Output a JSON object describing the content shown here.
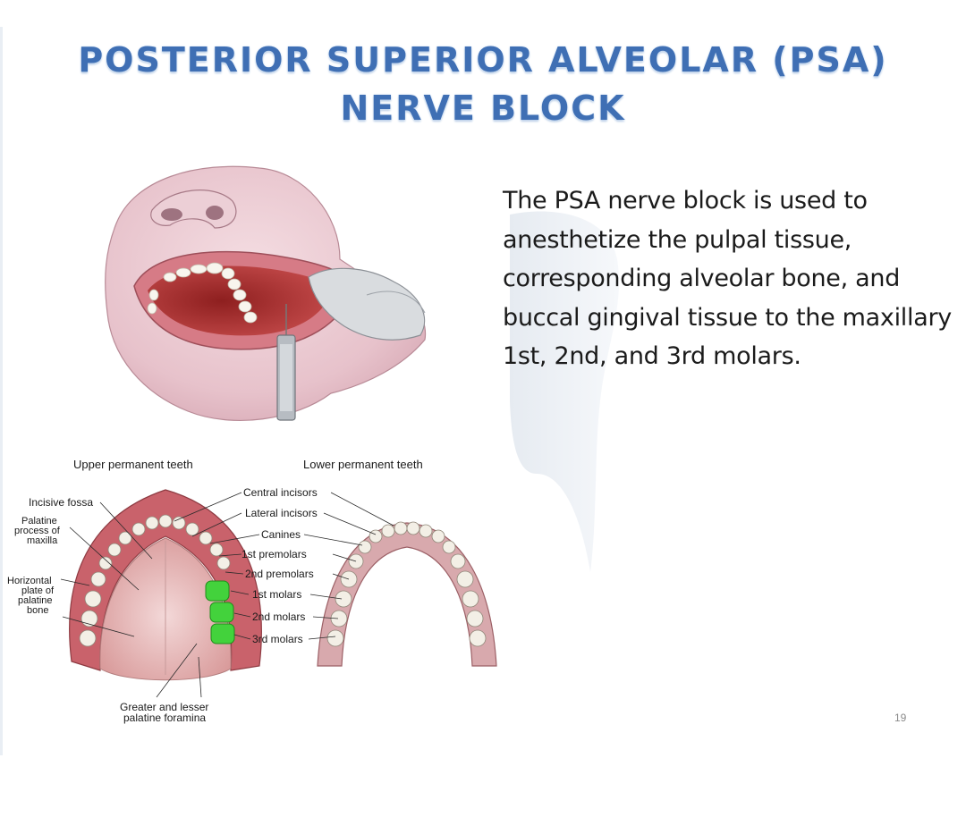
{
  "slide": {
    "title_line1": "POSTERIOR SUPERIOR ALVEOLAR (PSA)",
    "title_line2": "NERVE BLOCK",
    "description": "The PSA nerve block is used to anesthetize the pulpal tissue, corresponding alveolar bone, and buccal gingival tissue to the maxillary 1st, 2nd, and 3rd molars.",
    "page_number": "19",
    "accent_color": "#3f6fb4",
    "highlight_color": "#3fd23a"
  },
  "diagram": {
    "upper_header": "Upper permanent teeth",
    "lower_header": "Lower permanent teeth",
    "left_labels": {
      "incisive_fossa": "Incisive fossa",
      "palatine_process": [
        "Palatine",
        "process of",
        "maxilla"
      ],
      "horizontal_plate": [
        "Horizontal",
        "plate of",
        "palatine",
        "bone"
      ],
      "foramina": [
        "Greater and lesser",
        "palatine foramina"
      ]
    },
    "tooth_labels": [
      "Central incisors",
      "Lateral incisors",
      "Canines",
      "1st premolars",
      "2nd premolars",
      "1st molars",
      "2nd molars",
      "3rd molars"
    ]
  },
  "illustration": {
    "subject": "syringe-in-mouth-illustration"
  }
}
